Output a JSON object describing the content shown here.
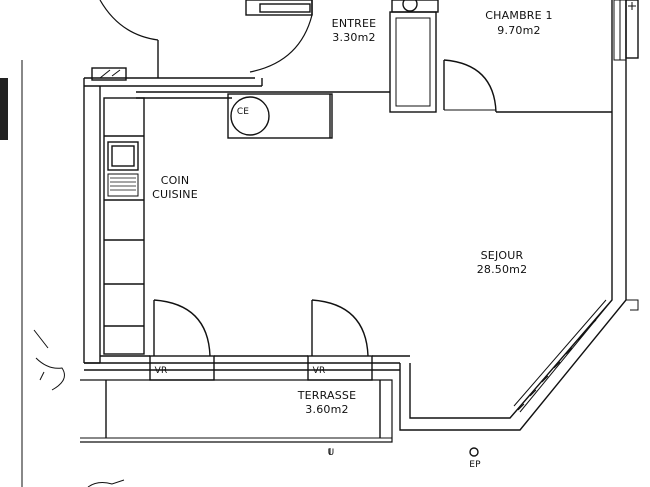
{
  "rooms": {
    "entree": {
      "name": "ENTREE",
      "area": "3.30m2"
    },
    "chambre1": {
      "name": "CHAMBRE 1",
      "area": "9.70m2"
    },
    "coin_cuisine": {
      "line1": "COIN",
      "line2": "CUISINE"
    },
    "sejour": {
      "name": "SEJOUR",
      "area": "28.50m2"
    },
    "terrasse": {
      "name": "TERRASSE",
      "area": "3.60m2"
    }
  },
  "fixtures": {
    "vr_left": "VR",
    "vr_right": "VR",
    "ce": "CE",
    "u_mark": "U",
    "ep": "EP"
  },
  "colors": {
    "ink": "#111111",
    "paper": "#ffffff"
  }
}
